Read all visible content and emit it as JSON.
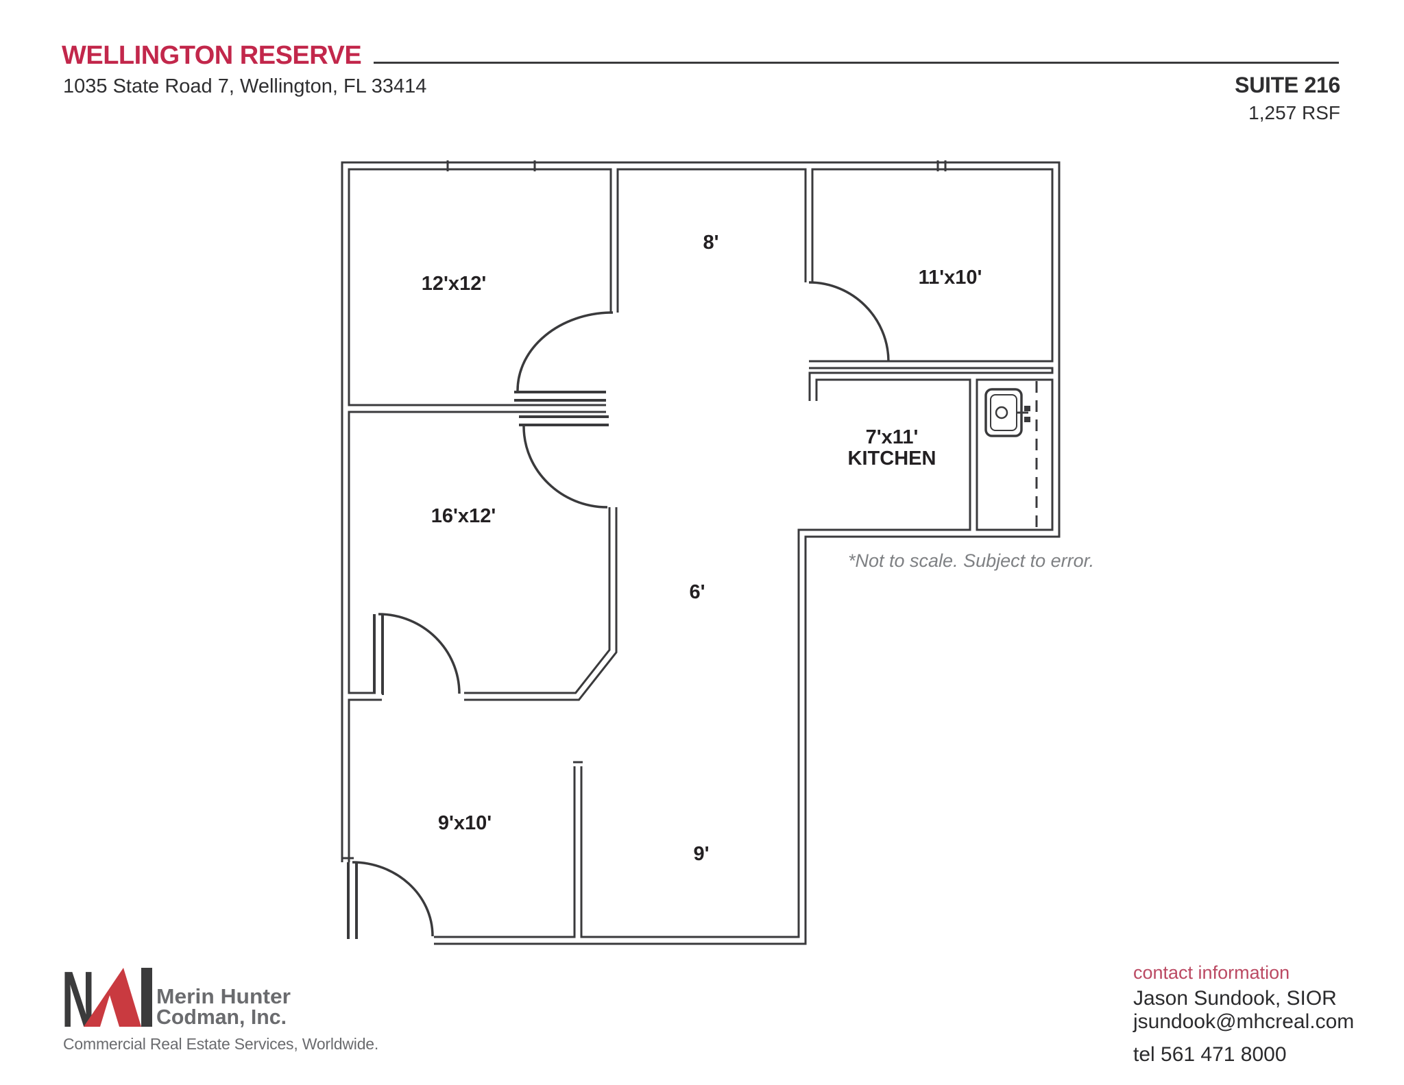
{
  "header": {
    "title": "WELLINGTON RESERVE",
    "address": "1035 State Road 7, Wellington, FL 33414",
    "suite": "SUITE 216",
    "rsf": "1,257 RSF"
  },
  "plan": {
    "note": "*Not to scale. Subject to error.",
    "rooms": [
      {
        "id": "office-12x12",
        "label": "12'x12'"
      },
      {
        "id": "hallway-8",
        "label": "8'"
      },
      {
        "id": "office-11x10",
        "label": "11'x10'"
      },
      {
        "id": "kitchen-size",
        "label": "7'x11'"
      },
      {
        "id": "kitchen-name",
        "label": "KITCHEN"
      },
      {
        "id": "office-16x12",
        "label": "16'x12'"
      },
      {
        "id": "hallway-6",
        "label": "6'"
      },
      {
        "id": "office-9x10",
        "label": "9'x10'"
      },
      {
        "id": "hallway-9",
        "label": "9'"
      }
    ]
  },
  "footer": {
    "logo": {
      "n": "N",
      "name_line1": "Merin Hunter",
      "name_line2": "Codman, Inc.",
      "tagline": "Commercial Real Estate Services, Worldwide."
    },
    "contact": {
      "heading": "contact information",
      "name": "Jason Sundook, SIOR",
      "email": "jsundook@mhcreal.com",
      "phone": "tel 561 471 8000"
    }
  },
  "colors": {
    "brand_red": "#c2274b",
    "logo_red": "#c93a40",
    "wall": "#3a3a3c",
    "text_dark": "#232022",
    "text_gray": "#6a6b6e",
    "note_gray": "#7e8083"
  }
}
